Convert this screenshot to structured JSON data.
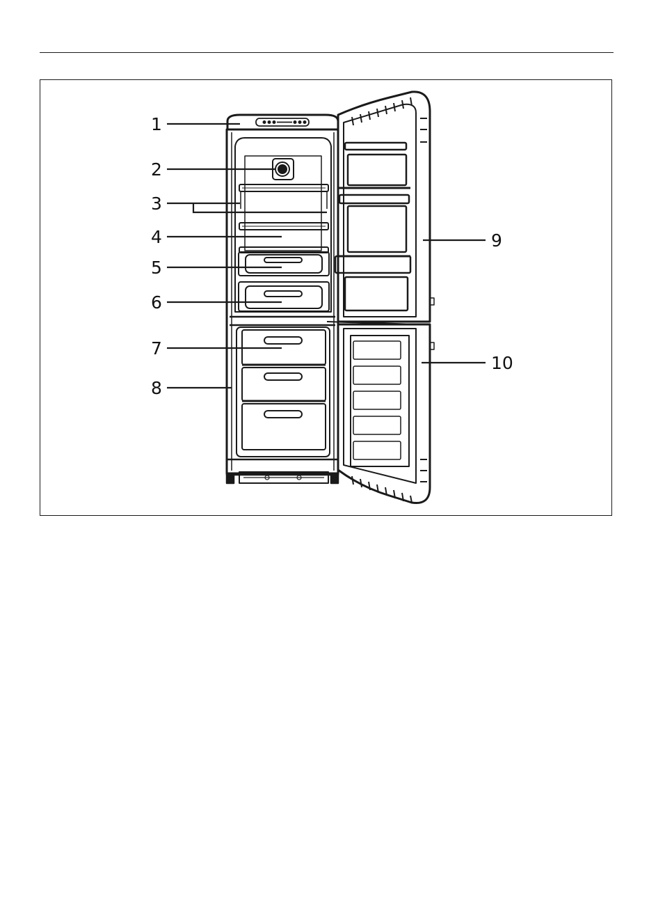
{
  "callouts": {
    "n1": "1",
    "n2": "2",
    "n3": "3",
    "n4": "4",
    "n5": "5",
    "n6": "6",
    "n7": "7",
    "n8": "8",
    "n9": "9",
    "n10": "10"
  },
  "colors": {
    "line": "#1a1a1a",
    "background": "#ffffff"
  }
}
